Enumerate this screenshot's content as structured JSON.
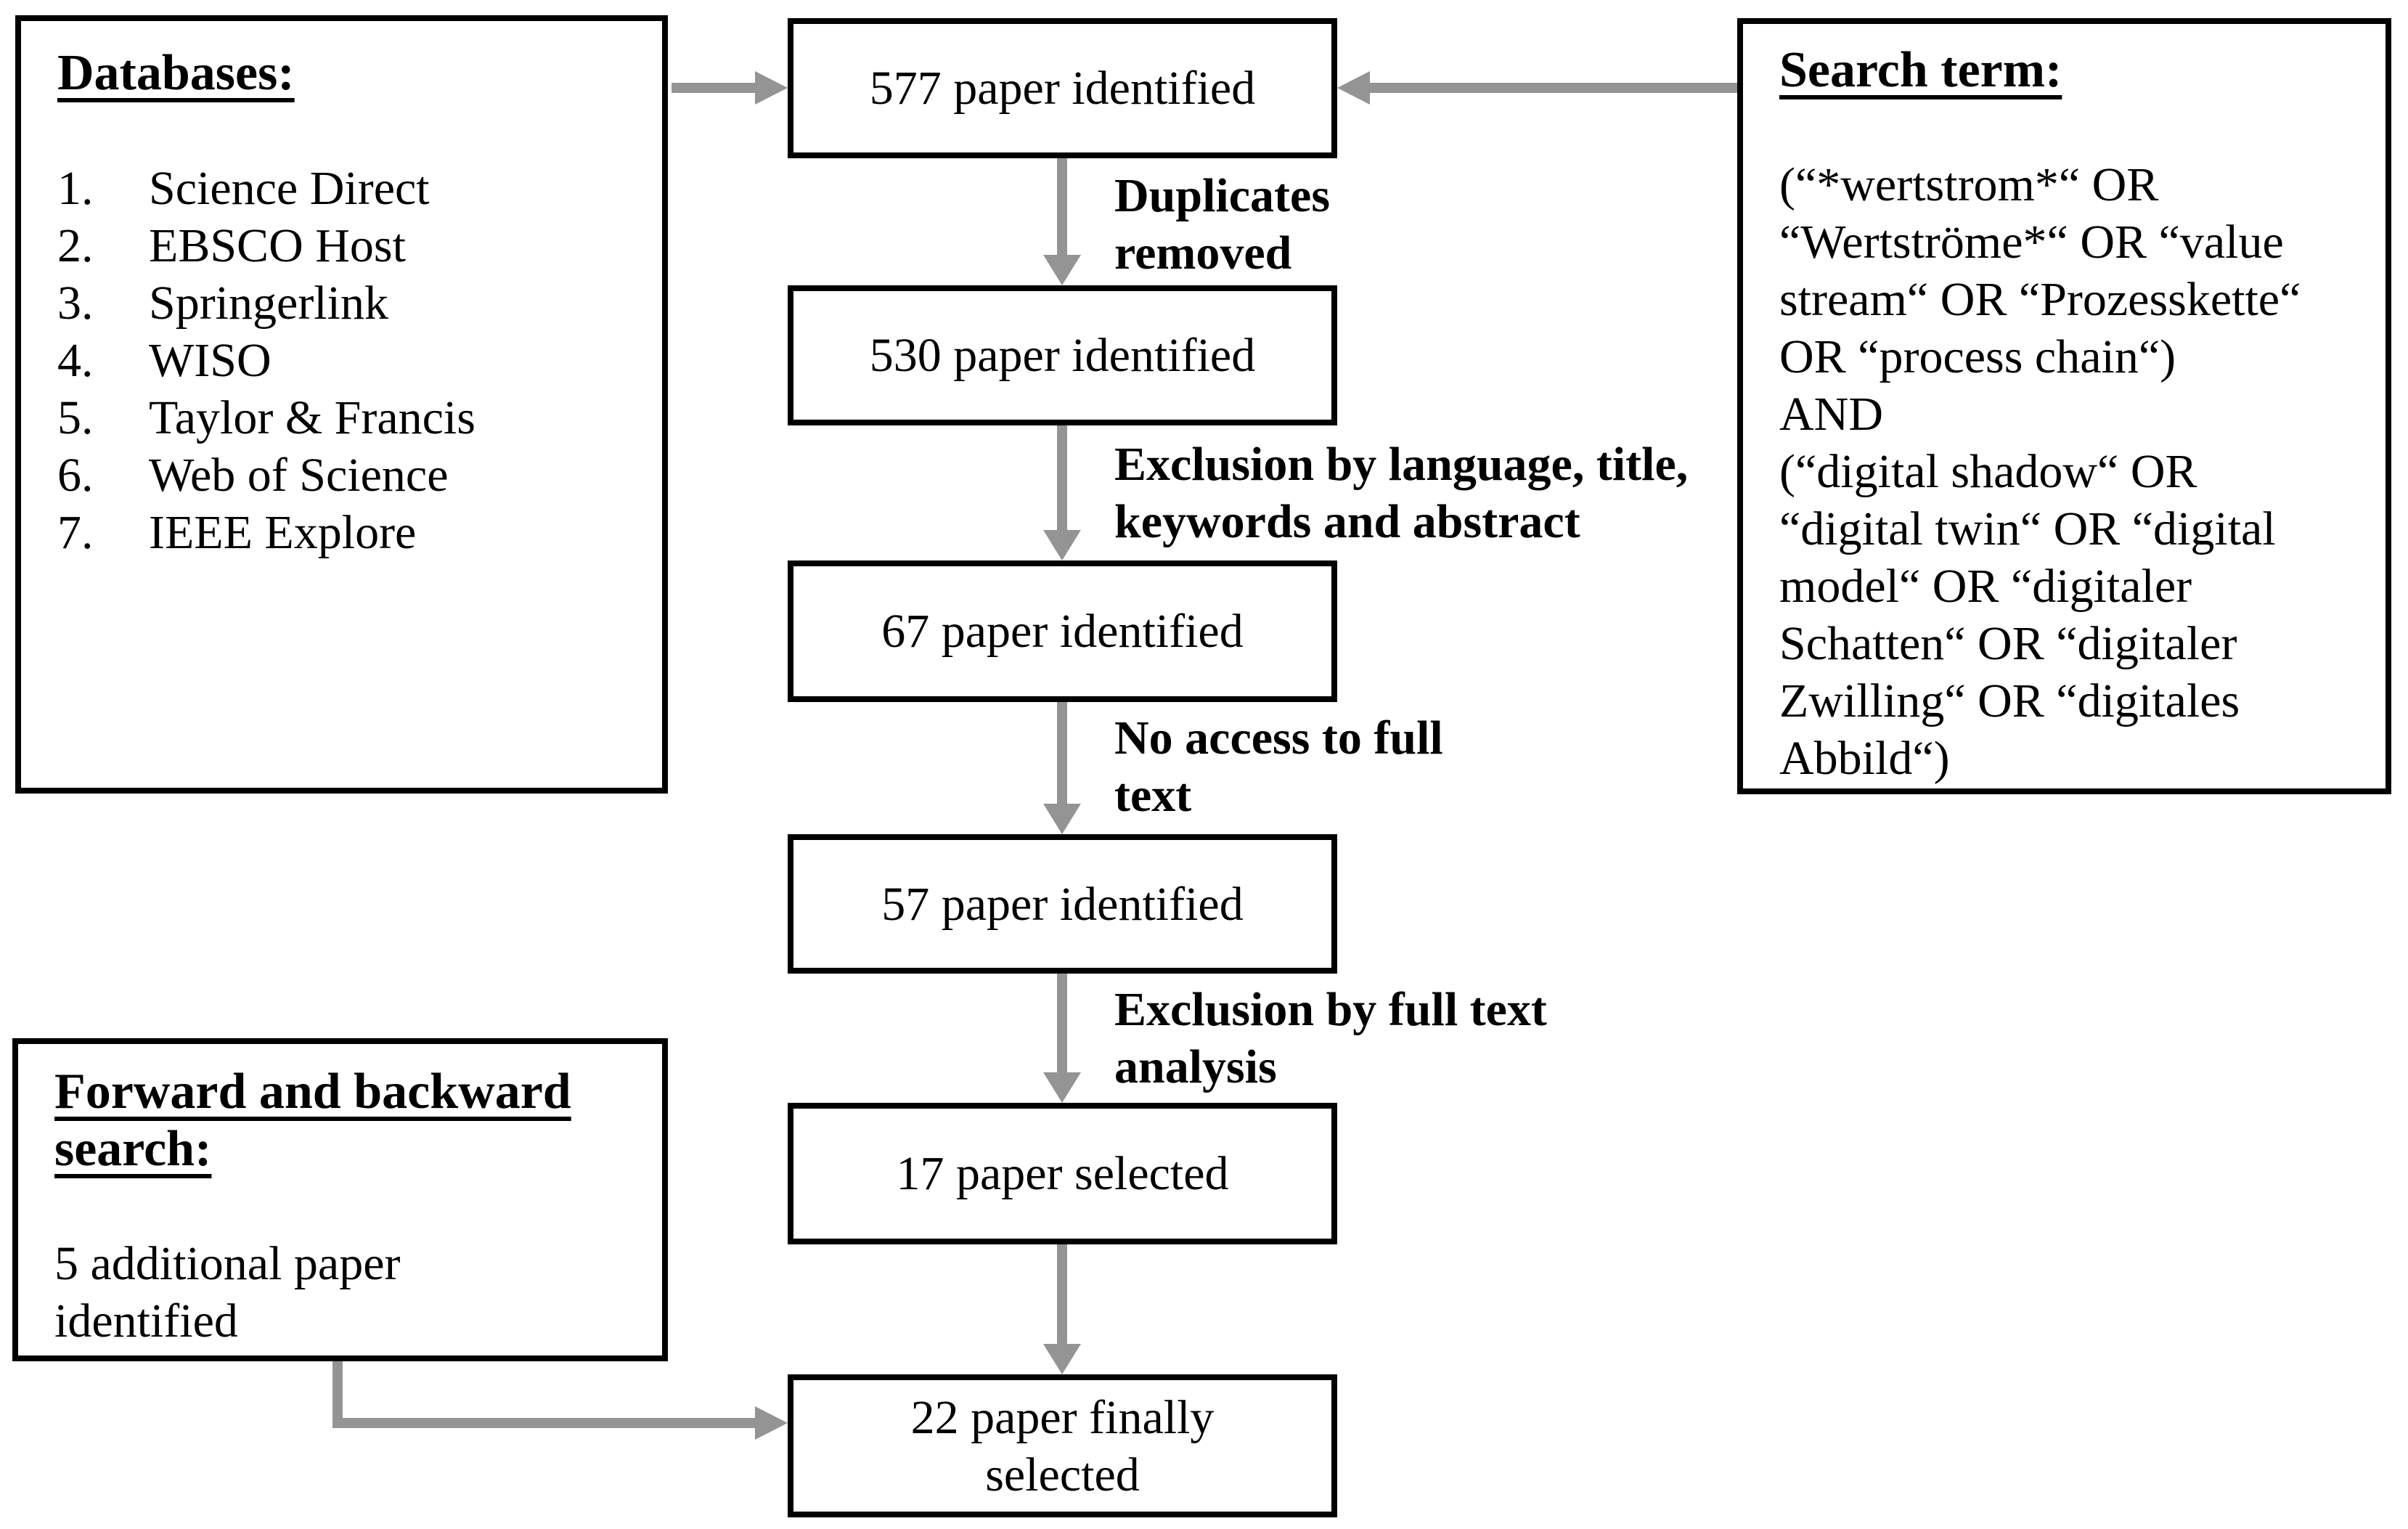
{
  "figure": {
    "background_color": "#ffffff",
    "box_border_color": "#000000",
    "arrow_color": "#949494",
    "text_color": "#000000"
  },
  "databases_box": {
    "title": "Databases:",
    "items": [
      {
        "num": "1.",
        "label": "Science Direct"
      },
      {
        "num": "2.",
        "label": "EBSCO Host"
      },
      {
        "num": "3.",
        "label": "Springerlink"
      },
      {
        "num": "4.",
        "label": "WISO"
      },
      {
        "num": "5.",
        "label": "Taylor & Francis"
      },
      {
        "num": "6.",
        "label": "Web of Science"
      },
      {
        "num": "7.",
        "label": "IEEE Explore"
      }
    ]
  },
  "search_box": {
    "title": "Search term:",
    "query": "(“*wertstrom*“ OR\n“Wertströme*“ OR “value\nstream“ OR “Prozesskette“\nOR “process chain“)\nAND\n(“digital shadow“ OR\n“digital twin“ OR “digital\nmodel“ OR “digitaler\nSchatten“ OR “digitaler\nZwilling“ OR “digitales\nAbbild“)"
  },
  "forward_backward_box": {
    "title": "Forward and backward\nsearch:",
    "body": "5 additional paper\nidentified"
  },
  "flow_boxes": [
    {
      "label": "577 paper identified"
    },
    {
      "label": "530 paper identified"
    },
    {
      "label": "67 paper identified"
    },
    {
      "label": "57 paper identified"
    },
    {
      "label": "17 paper selected"
    },
    {
      "label": "22 paper finally\nselected"
    }
  ],
  "edge_labels": [
    {
      "text": "Duplicates\nremoved"
    },
    {
      "text": "Exclusion by language, title,\nkeywords and abstract"
    },
    {
      "text": "No access to full\ntext"
    },
    {
      "text": "Exclusion by full text\nanalysis"
    }
  ]
}
